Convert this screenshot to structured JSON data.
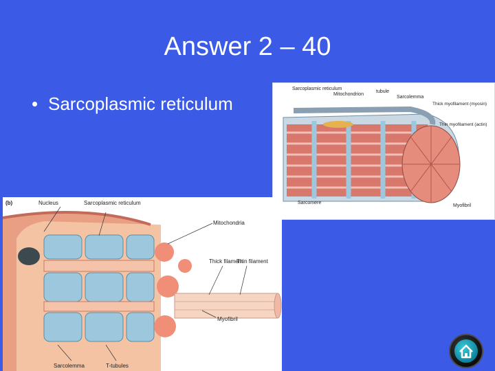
{
  "slide": {
    "title": "Answer 2 – 40",
    "bullet": "Sarcoplasmic reticulum"
  },
  "figure_top": {
    "labels": {
      "sarcoplasmic_reticulum": "Sarcoplasmic reticulum",
      "mitochondrion": "Mitochondrion",
      "tubule": "tubule",
      "sarcolemma": "Sarcolemma",
      "thick": "Thick myofilament (myosin)",
      "thin": "Thin myofilament (actin)",
      "sarcomere": "Sarcomere",
      "myofibril": "Myofibril"
    }
  },
  "figure_bottom": {
    "labels": {
      "panel": "(b)",
      "nucleus": "Nucleus",
      "sarcoplasmic_reticulum": "Sarcoplasmic reticulum",
      "mitochondria": "Mitochondria",
      "thick_filament": "Thick filament",
      "thin_filament": "Thin filament",
      "myofibril": "Myofibril",
      "sarcolemma": "Sarcolemma",
      "t_tubules": "T-tubules"
    }
  },
  "nav": {
    "home_icon": "home-icon"
  },
  "colors": {
    "background": "#3b5be6",
    "muscle": "#e0786b",
    "reticulum": "#9cc7dc"
  }
}
